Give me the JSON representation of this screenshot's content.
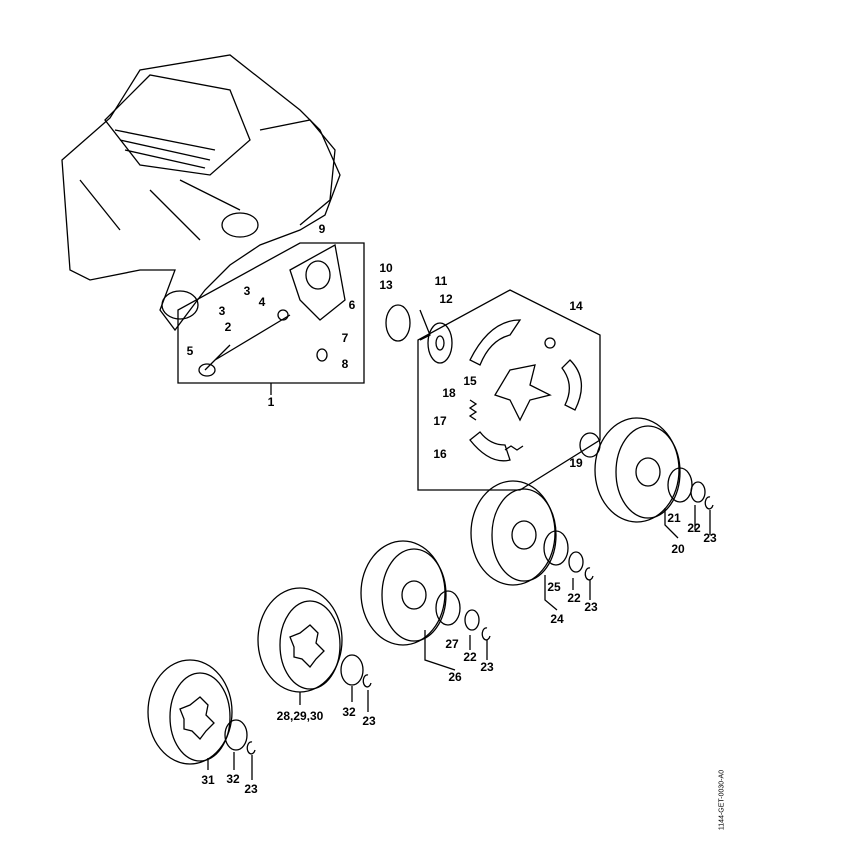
{
  "diagram": {
    "drawing_code": "1144-GET-0030-A0",
    "part_labels": [
      "1",
      "2",
      "3",
      "3",
      "4",
      "5",
      "6",
      "7",
      "8",
      "9",
      "10",
      "11",
      "12",
      "13",
      "14",
      "15",
      "16",
      "17",
      "18",
      "19",
      "20",
      "21",
      "22",
      "23",
      "22",
      "23",
      "24",
      "25",
      "26",
      "27",
      "22",
      "23",
      "28,29,30",
      "32",
      "23",
      "31",
      "32",
      "23"
    ]
  }
}
